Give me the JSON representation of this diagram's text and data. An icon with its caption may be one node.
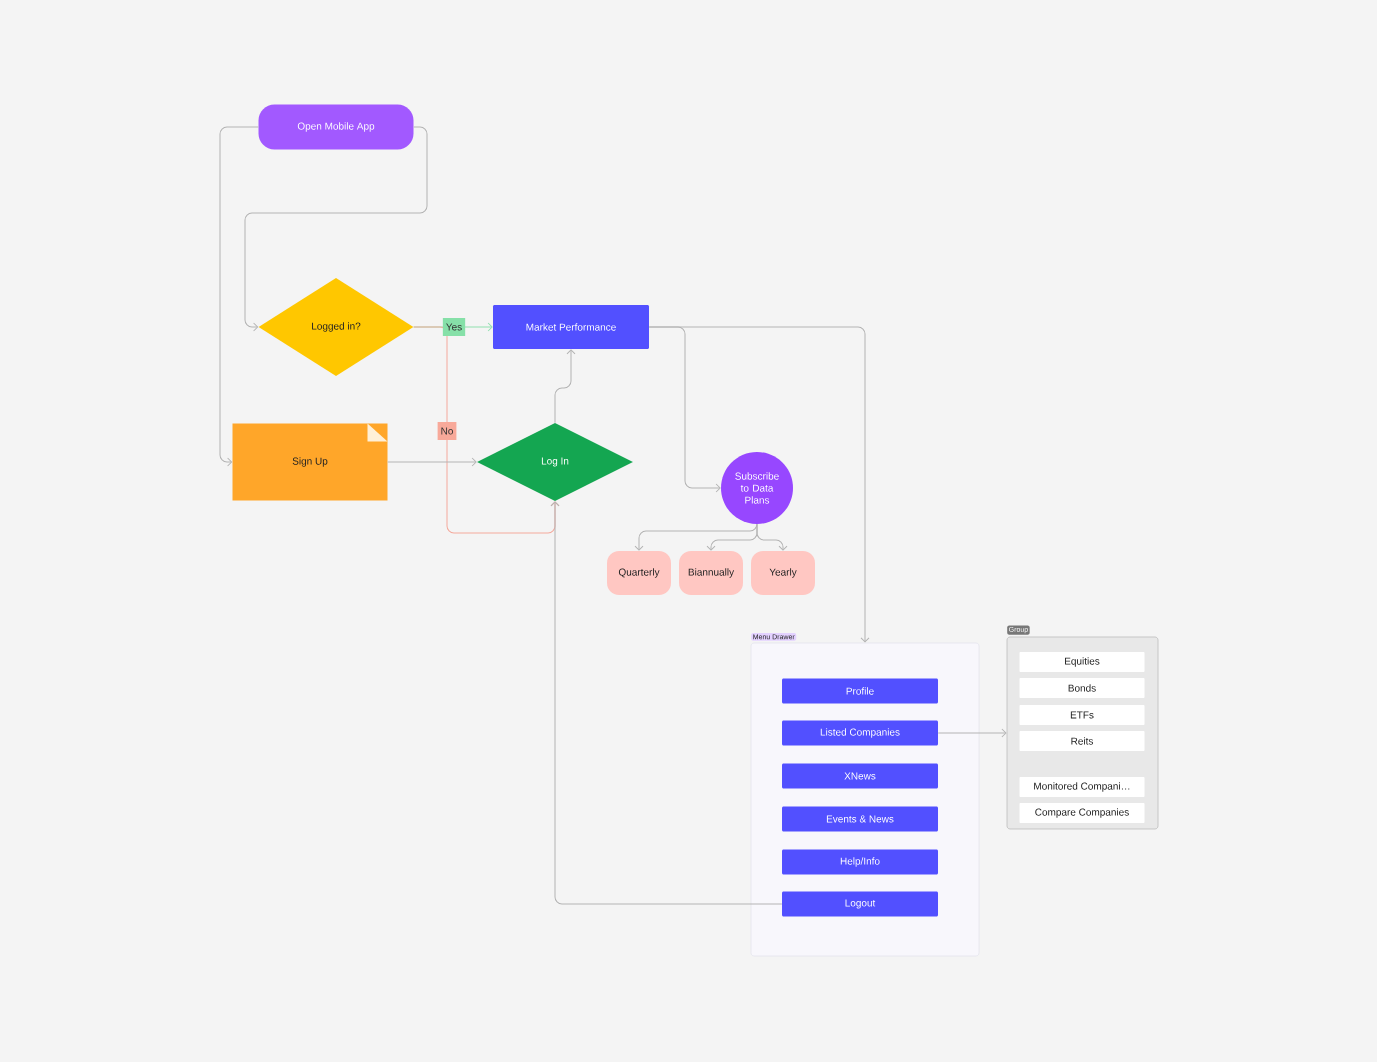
{
  "diagram": {
    "nodes": [
      {
        "text": [
          "Open Mobile App"
        ]
      },
      {
        "text": [
          "Logged in?"
        ]
      },
      {
        "text": [
          "Market Performance"
        ]
      },
      {
        "text": [
          "Sign Up"
        ]
      },
      {
        "text": [
          "Log In"
        ]
      },
      {
        "text": [
          "Subscribe to Data Plans"
        ]
      },
      {
        "text": [
          "Quarterly"
        ]
      },
      {
        "text": [
          "Biannually"
        ]
      },
      {
        "text": [
          "Yearly"
        ]
      },
      {
        "text": [
          "Menu Drawer"
        ]
      },
      {
        "text": [
          "Profile"
        ],
        "in": 9
      },
      {
        "text": [
          "Listed Companies"
        ],
        "in": 9
      },
      {
        "text": [
          "XNews"
        ],
        "in": 9
      },
      {
        "text": [
          "Events & News"
        ],
        "in": 9
      },
      {
        "text": [
          "Help/Info"
        ],
        "in": 9
      },
      {
        "text": [
          "Logout"
        ],
        "in": 9
      },
      {
        "text": [
          "Group"
        ]
      },
      {
        "text": [
          "Equities"
        ],
        "in": 16
      },
      {
        "text": [
          "Bonds"
        ],
        "in": 16
      },
      {
        "text": [
          "ETFs"
        ],
        "in": 16
      },
      {
        "text": [
          "Reits"
        ],
        "in": 16
      },
      {
        "text": [
          "Monitored Compani…"
        ],
        "in": 16
      },
      {
        "text": [
          "Compare Companies"
        ],
        "in": 16
      }
    ],
    "edges": [
      {
        "from": 0,
        "to": 1,
        "arrow": "to"
      },
      {
        "from": 0,
        "to": 3,
        "arrow": "to"
      },
      {
        "from": 1,
        "to": 2,
        "arrow": "to",
        "label": "Yes",
        "color": "#8fdfae"
      },
      {
        "from": 1,
        "to": 4,
        "arrow": "to",
        "label": "No",
        "color": "#f4a99c"
      },
      {
        "from": 3,
        "to": 4,
        "arrow": "to"
      },
      {
        "from": 4,
        "to": 2,
        "arrow": "to"
      },
      {
        "from": 2,
        "to": 5,
        "arrow": "to"
      },
      {
        "from": 2,
        "to": 9,
        "arrow": "to"
      },
      {
        "from": 5,
        "to": 6,
        "arrow": "to"
      },
      {
        "from": 5,
        "to": 7,
        "arrow": "to"
      },
      {
        "from": 5,
        "to": 8,
        "arrow": "to"
      },
      {
        "from": 11,
        "to": 16,
        "arrow": "to"
      },
      {
        "from": 15,
        "to": 4,
        "arrow": "to"
      }
    ]
  }
}
